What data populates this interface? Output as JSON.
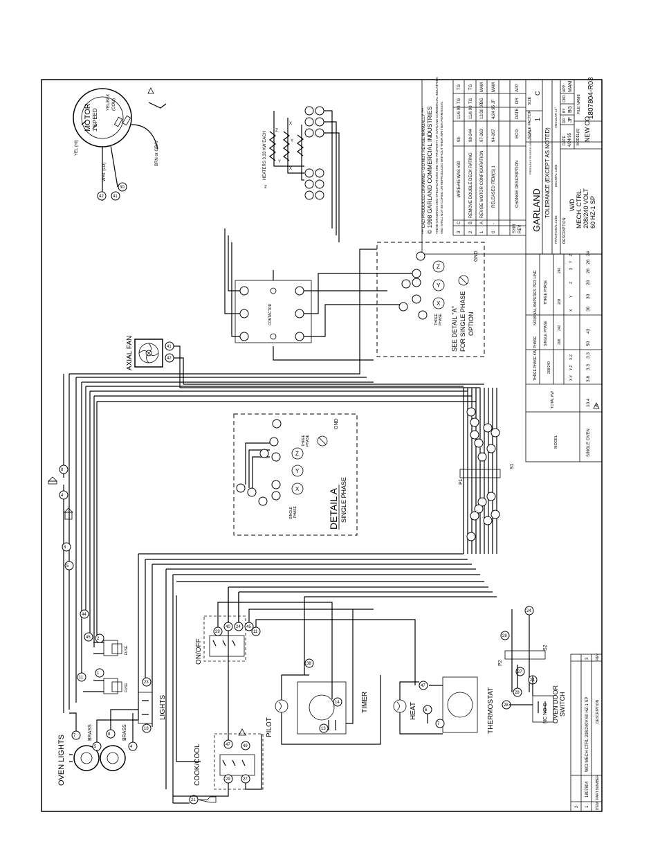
{
  "components": {
    "motor": {
      "title": "MOTOR",
      "subtitle": "1 SPEED",
      "yel_hi": "YEL (HI)",
      "wht_lo": "WHT (LO)",
      "yel_blk": "YEL/BLK",
      "com": "(COM)",
      "brn": "BRN or GRAY"
    },
    "heaters": "HEATERS 3.33 KW EACH",
    "contactor": "CONTACTOR",
    "axial_fan": "AXIAL FAN",
    "see_detail": "SEE DETAIL \"A\"",
    "single_phase_option": "FOR SINGLE PHASE",
    "option": "OPTION",
    "three_phase": "THREE",
    "phase": "PHASE",
    "single": "SINGLE",
    "gnd": "GND",
    "detail_a": "DETAIL A",
    "detail_a_sub": "SINGLE PHASE",
    "oven_lights": "OVEN LIGHTS",
    "brass": "BRASS",
    "fuse": "FUSE",
    "lights": "LIGHTS",
    "on_off": "ON/OFF",
    "cook_cool": "COOK/COOL",
    "pilot": "PILOT",
    "timer": "TIMER",
    "heat": "HEAT",
    "thermostat": "THERMOSTAT",
    "oven_door_switch": "OVEN DOOR",
    "switch": "SWITCH",
    "nc_no_c": "NC NO C",
    "p1": "P1",
    "s1": "S1",
    "p2": "P2",
    "s2": "S2",
    "x": "X",
    "y": "Y",
    "z": "Z"
  },
  "title_block": {
    "cad_note": "*** CAD PRODUCED DRAWING - DO NOT REVISE MANUALLY ***",
    "copyright": "© 1998 GARLAND COMMERCIAL INDUSTRIES",
    "property_1": "THESE DRAWINGS AND SPECIFICATIONS ARE THE PROPERTY OF GARLAND COMMERCIAL INDUSTRIES",
    "property_2": "AND SHALL NOT BE COPIED OR REPRODUCED WITHOUT THEIR WRITTEN PERMISSION.",
    "revisions": [
      {
        "n": "3",
        "ltr": "C",
        "desc": "WIRE#45 WAS #30",
        "eco": "98-",
        "date": "11/6 98",
        "dr": "TG",
        "app": "TG"
      },
      {
        "n": "2",
        "ltr": "B",
        "desc": "REMOVE DOUBLE DECK RATING",
        "eco": "98-244",
        "date": "11/6 98",
        "dr": "TG",
        "app": "TG"
      },
      {
        "n": "1",
        "ltr": "A",
        "desc": "REVISE MOTOR CONFIGURATION",
        "eco": "97-263",
        "date": "12/30 97",
        "dr": "BG",
        "app": "MAM"
      },
      {
        "n": "0",
        "ltr": "-",
        "desc": "RELEASED ITEM(S) 1",
        "eco": "94-267",
        "date": "4/24 95",
        "dr": "JF",
        "app": "MAM"
      }
    ],
    "rev_header": {
      "sym": "SYM",
      "rev": "REV",
      "desc": "CHANGE DESCRIPTION",
      "eco": "ECO",
      "date": "DATE",
      "dr": "DR",
      "app": "APP"
    },
    "logo": "GARLAND",
    "location": "FREELAND PENNSYLVANIA 18224",
    "scale_factor_label": "SCALE FACTOR",
    "scale_factor": "1",
    "size_label": "SIZE",
    "size": "C",
    "tolerance": "TOLERANCE (EXCEPT AS NOTED)",
    "fractional": "FRACTIONAL ±1/64",
    "decimal": "DECIMAL ±.005",
    "angular": "ANGULAR ±1°",
    "description_label": "DESCRIPTION",
    "description": [
      "W/D",
      "MECH. CTRL.",
      "208/240 VOLT",
      "60 HZ-1 SP"
    ],
    "date_label": "DATE",
    "date": "4/24/95",
    "dr_label": "DR.",
    "dr": "JF",
    "by_label": "BY",
    "by": "BG",
    "ckd_label": "CKD.",
    "app_label": "APP.",
    "app": "MAM",
    "model_label": "MODEL(S)",
    "model_value": "NEW CO",
    "file_name_label": "FILE NAME",
    "file_name": "1807804-R03"
  },
  "amps_table": {
    "title": "NOMINAL AMPERES PER LINE",
    "model": "MODEL",
    "total_kw": "TOTAL KW",
    "three_phase_kw": "THREE PHASE KW. PHASE",
    "v208_240": "208/240",
    "single_phase": "SINGLE PHASE",
    "three_phase": "THREE PHASE",
    "v208": "208",
    "v240": "240",
    "xy": "X-Y",
    "yz": "Y-Z",
    "xz": "X-Z",
    "col_x": "X",
    "col_y": "Y",
    "col_z": "Z",
    "row_model": "SINGLE OVEN",
    "row_kw": "10.4",
    "row_vals": [
      "3.8",
      "3.3",
      "3.3",
      "50",
      "43",
      "30",
      "30",
      "28",
      "26",
      "26",
      "24"
    ],
    "note": "A"
  },
  "items_table": {
    "rows": [
      {
        "item": "1",
        "part": "1807804",
        "desc": "W/D MECH CTRL 208/240V 60 HZ-1 SP",
        "rev": "3"
      },
      {
        "item": "2",
        "part": "",
        "desc": "",
        "rev": ""
      }
    ],
    "item_label": "ITEM",
    "part_label": "PART NUMBER",
    "desc_label": "DESCRIPTION",
    "rev_label": "REV"
  }
}
